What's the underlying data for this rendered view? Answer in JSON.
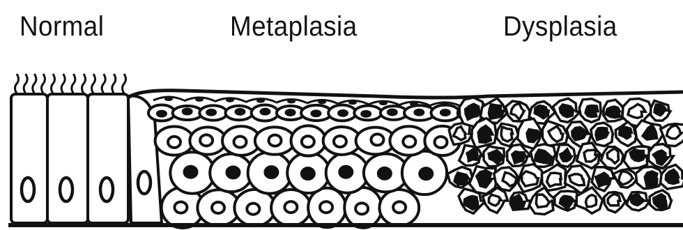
{
  "stages": {
    "normal": "Normal",
    "metaplasia": "Metaplasia",
    "dysplasia": "Dysplasia"
  },
  "colors": {
    "ink": "#111111",
    "background": "#ffffff"
  }
}
